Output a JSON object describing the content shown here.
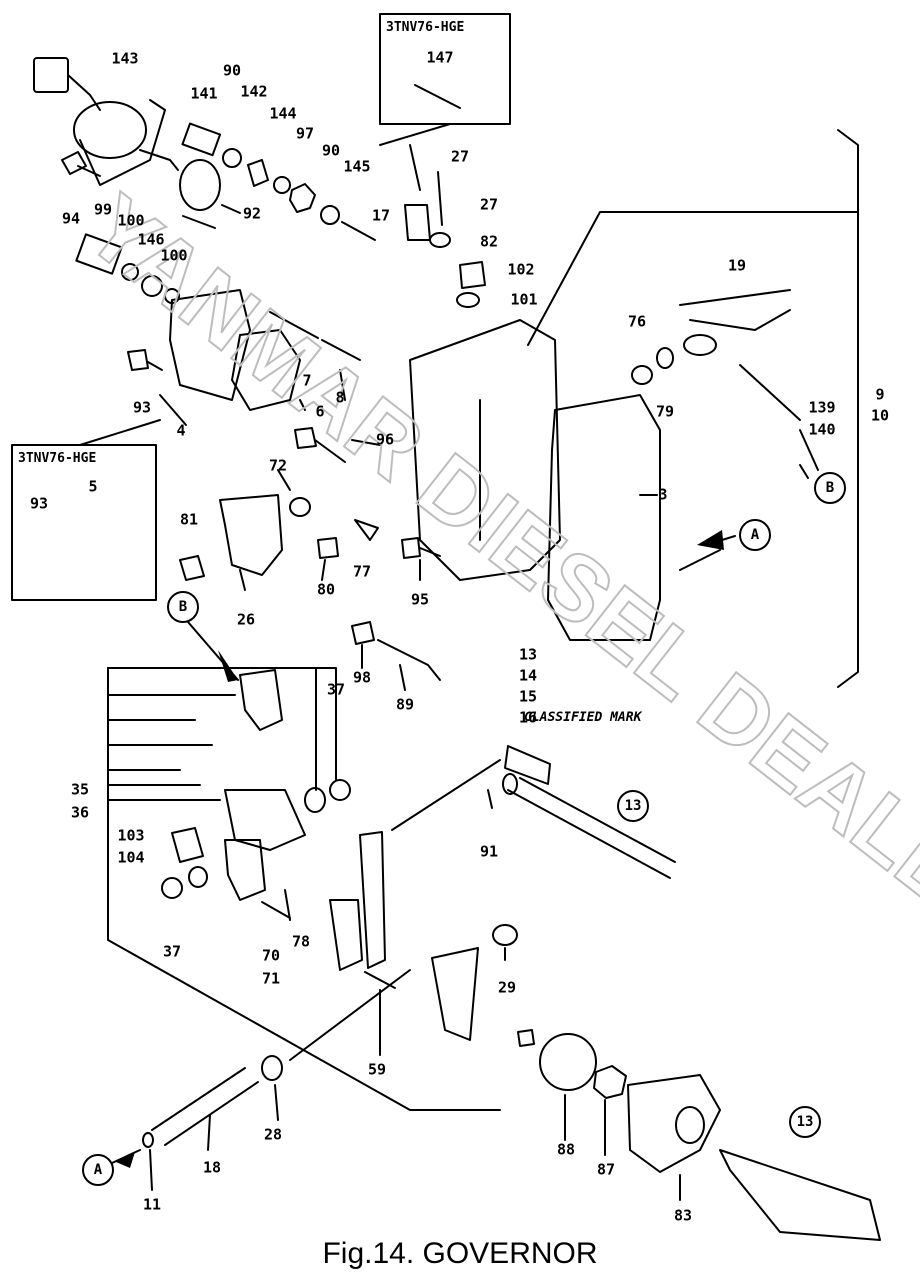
{
  "figure": {
    "caption": "Fig.14.  GOVERNOR",
    "watermark": "YANMAR DIESEL DEALER.RU"
  },
  "boxes": {
    "top_variant": "3TNV76-HGE",
    "left_variant": "3TNV76-HGE"
  },
  "classified_mark": "CLASSIFIED MARK",
  "callouts": {
    "A_ref": "A",
    "B_ref": "B",
    "ref13": "13"
  },
  "labels": {
    "p143": "143",
    "p141": "141",
    "p90a": "90",
    "p142": "142",
    "p144": "144",
    "p97": "97",
    "p90b": "90",
    "p145": "145",
    "p147": "147",
    "p27a": "27",
    "p27b": "27",
    "p17": "17",
    "p82": "82",
    "p102": "102",
    "p101": "101",
    "p94": "94",
    "p99": "99",
    "p92": "92",
    "p100a": "100",
    "p146": "146",
    "p100b": "100",
    "p93a": "93",
    "p4": "4",
    "p6": "6",
    "p7": "7",
    "p8": "8",
    "p96": "96",
    "p76": "76",
    "p79": "79",
    "p19": "19",
    "p139": "139",
    "p140": "140",
    "p9": "9",
    "p10": "10",
    "p3": "3",
    "p5": "5",
    "p93b": "93",
    "p72": "72",
    "p81": "81",
    "p26": "26",
    "p80": "80",
    "p77": "77",
    "p95": "95",
    "p98": "98",
    "p89": "89",
    "p37a": "37",
    "p13": "13",
    "p14": "14",
    "p15": "15",
    "p16": "16",
    "p35": "35",
    "p36": "36",
    "p91": "91",
    "p103": "103",
    "p104": "104",
    "p37b": "37",
    "p78": "78",
    "p70": "70",
    "p71": "71",
    "p29": "29",
    "p59": "59",
    "p28": "28",
    "p18": "18",
    "p11": "11",
    "p88": "88",
    "p87": "87",
    "p83": "83"
  }
}
